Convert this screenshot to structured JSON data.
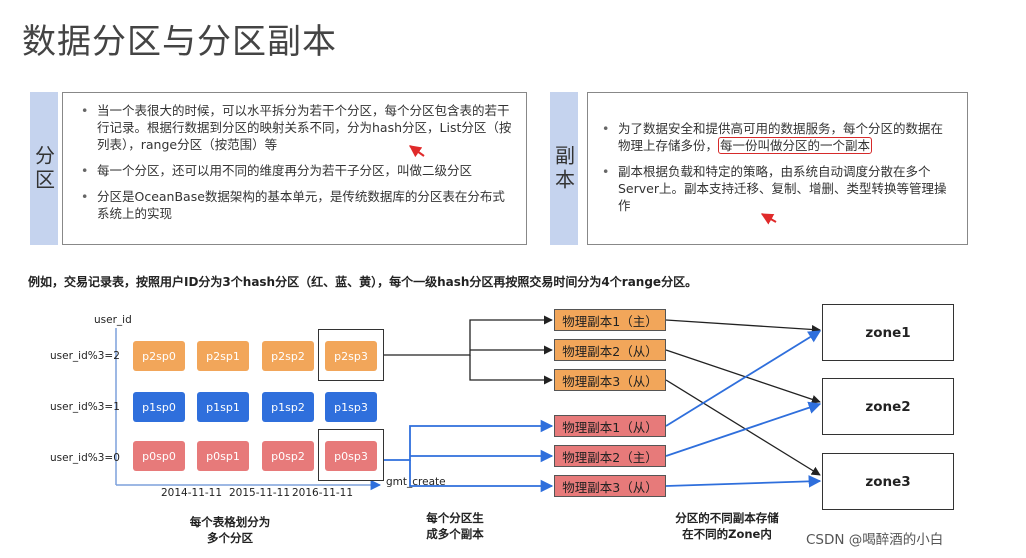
{
  "title": "数据分区与分区副本",
  "partition_panel": {
    "tag": "分区",
    "bullets": [
      "当一个表很大的时候，可以水平拆分为若干个分区，每个分区包含表的若干行记录。根据行数据到分区的映射关系不同，分为hash分区，List分区（按列表），range分区（按范围）等",
      "每一个分区，还可以用不同的维度再分为若干子分区，叫做二级分区",
      "分区是OceanBase数据架构的基本单元，是传统数据库的分区表在分布式系统上的实现"
    ]
  },
  "replica_panel": {
    "tag": "副本",
    "bullet1_text": "为了数据安全和提供高可用的数据服务，每个分区的数据在物理上存储多份，",
    "bullet1_highlight": "每一份叫做分区的一个副本",
    "bullet2_text": "副本根据负载和特定的策略，由系统自动调度分散在多个Server上。副本支持迁移、复制、增删、类型转换等管理操作"
  },
  "example_note": "例如，交易记录表，按照用户ID分为3个hash分区（红、蓝、黄），每个一级hash分区再按照交易时间分为4个range分区。",
  "grid": {
    "y_axis_label": "user_id",
    "x_axis_label": "gmt_create",
    "row_labels": [
      "user_id%3=2",
      "user_id%3=1",
      "user_id%3=0"
    ],
    "col_labels": [
      "2014-11-11",
      "2015-11-11",
      "2016-11-11"
    ],
    "rows": [
      [
        "p2sp0",
        "p2sp1",
        "p2sp2",
        "p2sp3"
      ],
      [
        "p1sp0",
        "p1sp1",
        "p1sp2",
        "p1sp3"
      ],
      [
        "p0sp0",
        "p0sp1",
        "p0sp2",
        "p0sp3"
      ]
    ]
  },
  "replicas_top": [
    "物理副本1（主）",
    "物理副本2（从）",
    "物理副本3（从）"
  ],
  "replicas_bottom": [
    "物理副本1（从）",
    "物理副本2（主）",
    "物理副本3（从）"
  ],
  "zones": [
    "zone1",
    "zone2",
    "zone3"
  ],
  "captions": {
    "grid": [
      "每个表格划分为",
      "多个分区"
    ],
    "replicas": [
      "每个分区生",
      "成多个副本"
    ],
    "zones": [
      "分区的不同副本存储",
      "在不同的Zone内"
    ]
  },
  "watermark": "CSDN @喝醉酒的小白",
  "colors": {
    "orange": "#f2a65a",
    "blue": "#2f6fdc",
    "red": "#e77a7a",
    "tag": "#c5d3ee",
    "highlight": "#d62a2a"
  }
}
